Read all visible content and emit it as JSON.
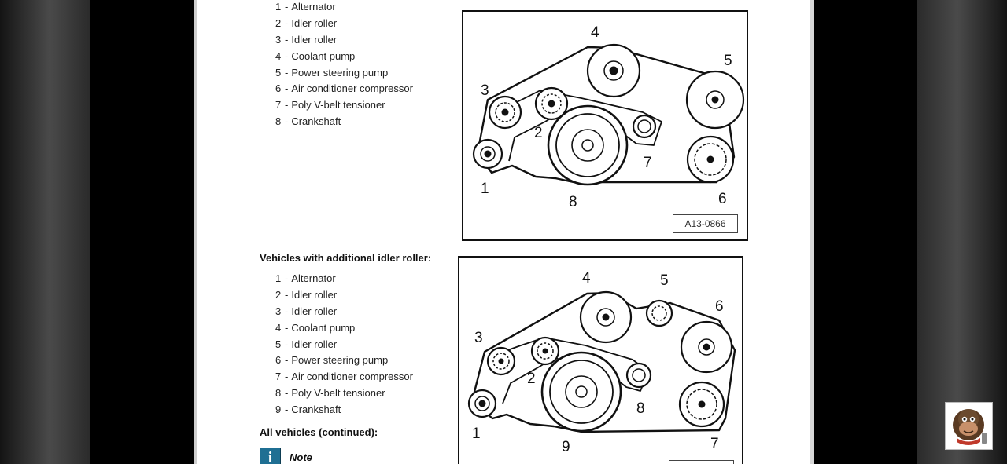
{
  "legend_top": [
    {
      "num": "1",
      "label": "Alternator"
    },
    {
      "num": "2",
      "label": "Idler roller"
    },
    {
      "num": "3",
      "label": "Idler roller"
    },
    {
      "num": "4",
      "label": "Coolant pump"
    },
    {
      "num": "5",
      "label": "Power steering pump"
    },
    {
      "num": "6",
      "label": "Air conditioner compressor"
    },
    {
      "num": "7",
      "label": "Poly V-belt tensioner"
    },
    {
      "num": "8",
      "label": "Crankshaft"
    }
  ],
  "section_heading": "Vehicles with additional idler roller:",
  "legend_bottom": [
    {
      "num": "1",
      "label": "Alternator"
    },
    {
      "num": "2",
      "label": "Idler roller"
    },
    {
      "num": "3",
      "label": "Idler roller"
    },
    {
      "num": "4",
      "label": "Coolant pump"
    },
    {
      "num": "5",
      "label": "Idler roller"
    },
    {
      "num": "6",
      "label": "Power steering pump"
    },
    {
      "num": "7",
      "label": "Air conditioner compressor"
    },
    {
      "num": "8",
      "label": "Poly V-belt tensioner"
    },
    {
      "num": "9",
      "label": "Crankshaft"
    }
  ],
  "all_vehicles_heading": "All vehicles (continued):",
  "note_label": "Note",
  "figure_top_id": "A13-0866",
  "figure_top_callouts": [
    "1",
    "2",
    "3",
    "4",
    "5",
    "6",
    "7",
    "8"
  ],
  "figure_bottom_callouts": [
    "1",
    "2",
    "3",
    "4",
    "5",
    "6",
    "7",
    "8",
    "9"
  ],
  "icons": {
    "note": "info-icon",
    "mascot": "gorilla-mascot-icon"
  },
  "separator": "-"
}
